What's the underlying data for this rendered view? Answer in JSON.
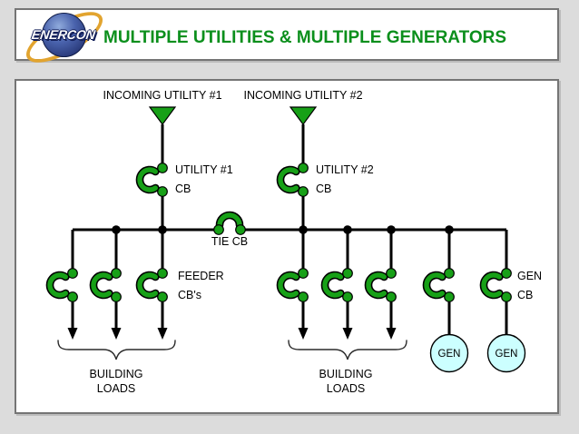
{
  "header": {
    "logo_text": "ENERCON",
    "title": "MULTIPLE UTILITIES & MULTIPLE GENERATORS"
  },
  "diagram": {
    "incoming_utility_1": "INCOMING UTILITY #1",
    "incoming_utility_2": "INCOMING UTILITY #2",
    "utility_1_cb": {
      "line1": "UTILITY #1",
      "line2": "CB"
    },
    "utility_2_cb": {
      "line1": "UTILITY #2",
      "line2": "CB"
    },
    "tie_cb": "TIE CB",
    "feeder_cbs": {
      "line1": "FEEDER",
      "line2": "CB's"
    },
    "gen_cb": {
      "line1": "GEN",
      "line2": "CB"
    },
    "building_loads_left": {
      "line1": "BUILDING",
      "line2": "LOADS"
    },
    "building_loads_right": {
      "line1": "BUILDING",
      "line2": "LOADS"
    },
    "generator_1": "GEN",
    "generator_2": "GEN",
    "colors": {
      "device_green": "#17a017",
      "title_green": "#0b8f1c",
      "generator_fill": "#ccffff",
      "line_color": "#000000"
    }
  }
}
